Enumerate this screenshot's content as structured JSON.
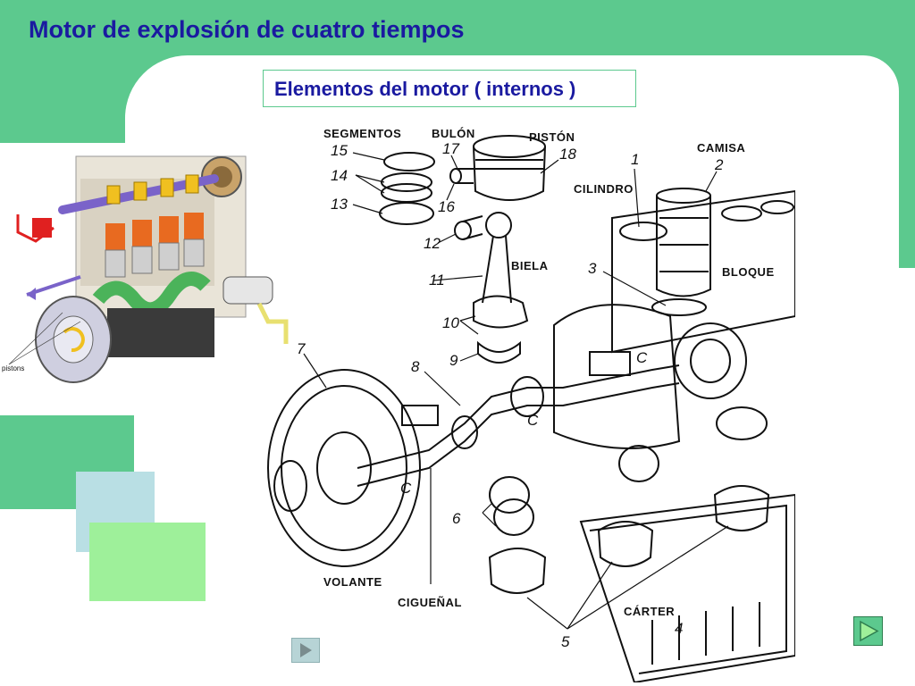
{
  "slide": {
    "title": "Motor de explosión de cuatro tiempos",
    "subtitle": "Elementos del motor ( internos )"
  },
  "side_diagram": {
    "label": "pistons"
  },
  "main_diagram": {
    "labels": {
      "segmentos": "SEGMENTOS",
      "bulon": "BULÓN",
      "piston": "PISTÓN",
      "camisa": "CAMISA",
      "cilindro": "CILINDRO",
      "biela": "BIELA",
      "bloque": "BLOQUE",
      "volante": "VOLANTE",
      "ciguenal": "CIGUEÑAL",
      "carter": "CÁRTER"
    },
    "numbers": {
      "n1": "1",
      "n2": "2",
      "n3": "3",
      "n4": "4",
      "n5": "5",
      "n6": "6",
      "n7": "7",
      "n8": "8",
      "n9": "9",
      "n10": "10",
      "n11": "11",
      "n12": "12",
      "n13": "13",
      "n14": "14",
      "n15": "15",
      "n16": "16",
      "n17": "17",
      "n18": "18"
    },
    "c_marks": [
      "C",
      "C",
      "C"
    ]
  },
  "navigation": {
    "prev_icon": "play-left-icon",
    "next_icon": "play-right-icon"
  },
  "colors": {
    "frame_green": "#5cc98e",
    "title_blue": "#1a1aa0",
    "light_blue": "#b9dfe4",
    "light_green": "#9ef09a"
  }
}
